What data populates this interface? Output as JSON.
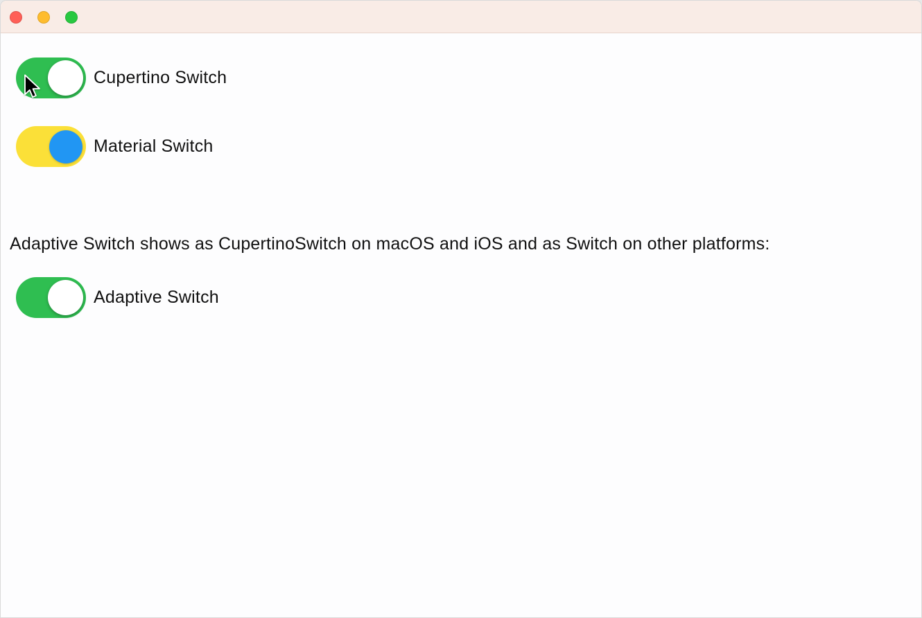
{
  "window": {
    "titlebar": {
      "background": "#F9ECE6",
      "traffic_lights": {
        "close_color": "#FF5F57",
        "minimize_color": "#FEBC2E",
        "zoom_color": "#28C840"
      }
    },
    "body_background": "#FDFDFE"
  },
  "rows": [
    {
      "label": "Cupertino Switch",
      "type": "cupertino",
      "state": "on",
      "track_color": "#2FBE51",
      "thumb_color": "#FFFFFF"
    },
    {
      "label": "Material Switch",
      "type": "material",
      "state": "on",
      "track_color": "#FBE038",
      "thumb_color": "#2196F3"
    },
    {
      "label": "Adaptive Switch",
      "type": "cupertino",
      "state": "on",
      "track_color": "#2FBE51",
      "thumb_color": "#FFFFFF"
    }
  ],
  "description_text": "Adaptive Switch shows as CupertinoSwitch on macOS and iOS and as Switch on other platforms:",
  "cursor": "arrow-pointer"
}
